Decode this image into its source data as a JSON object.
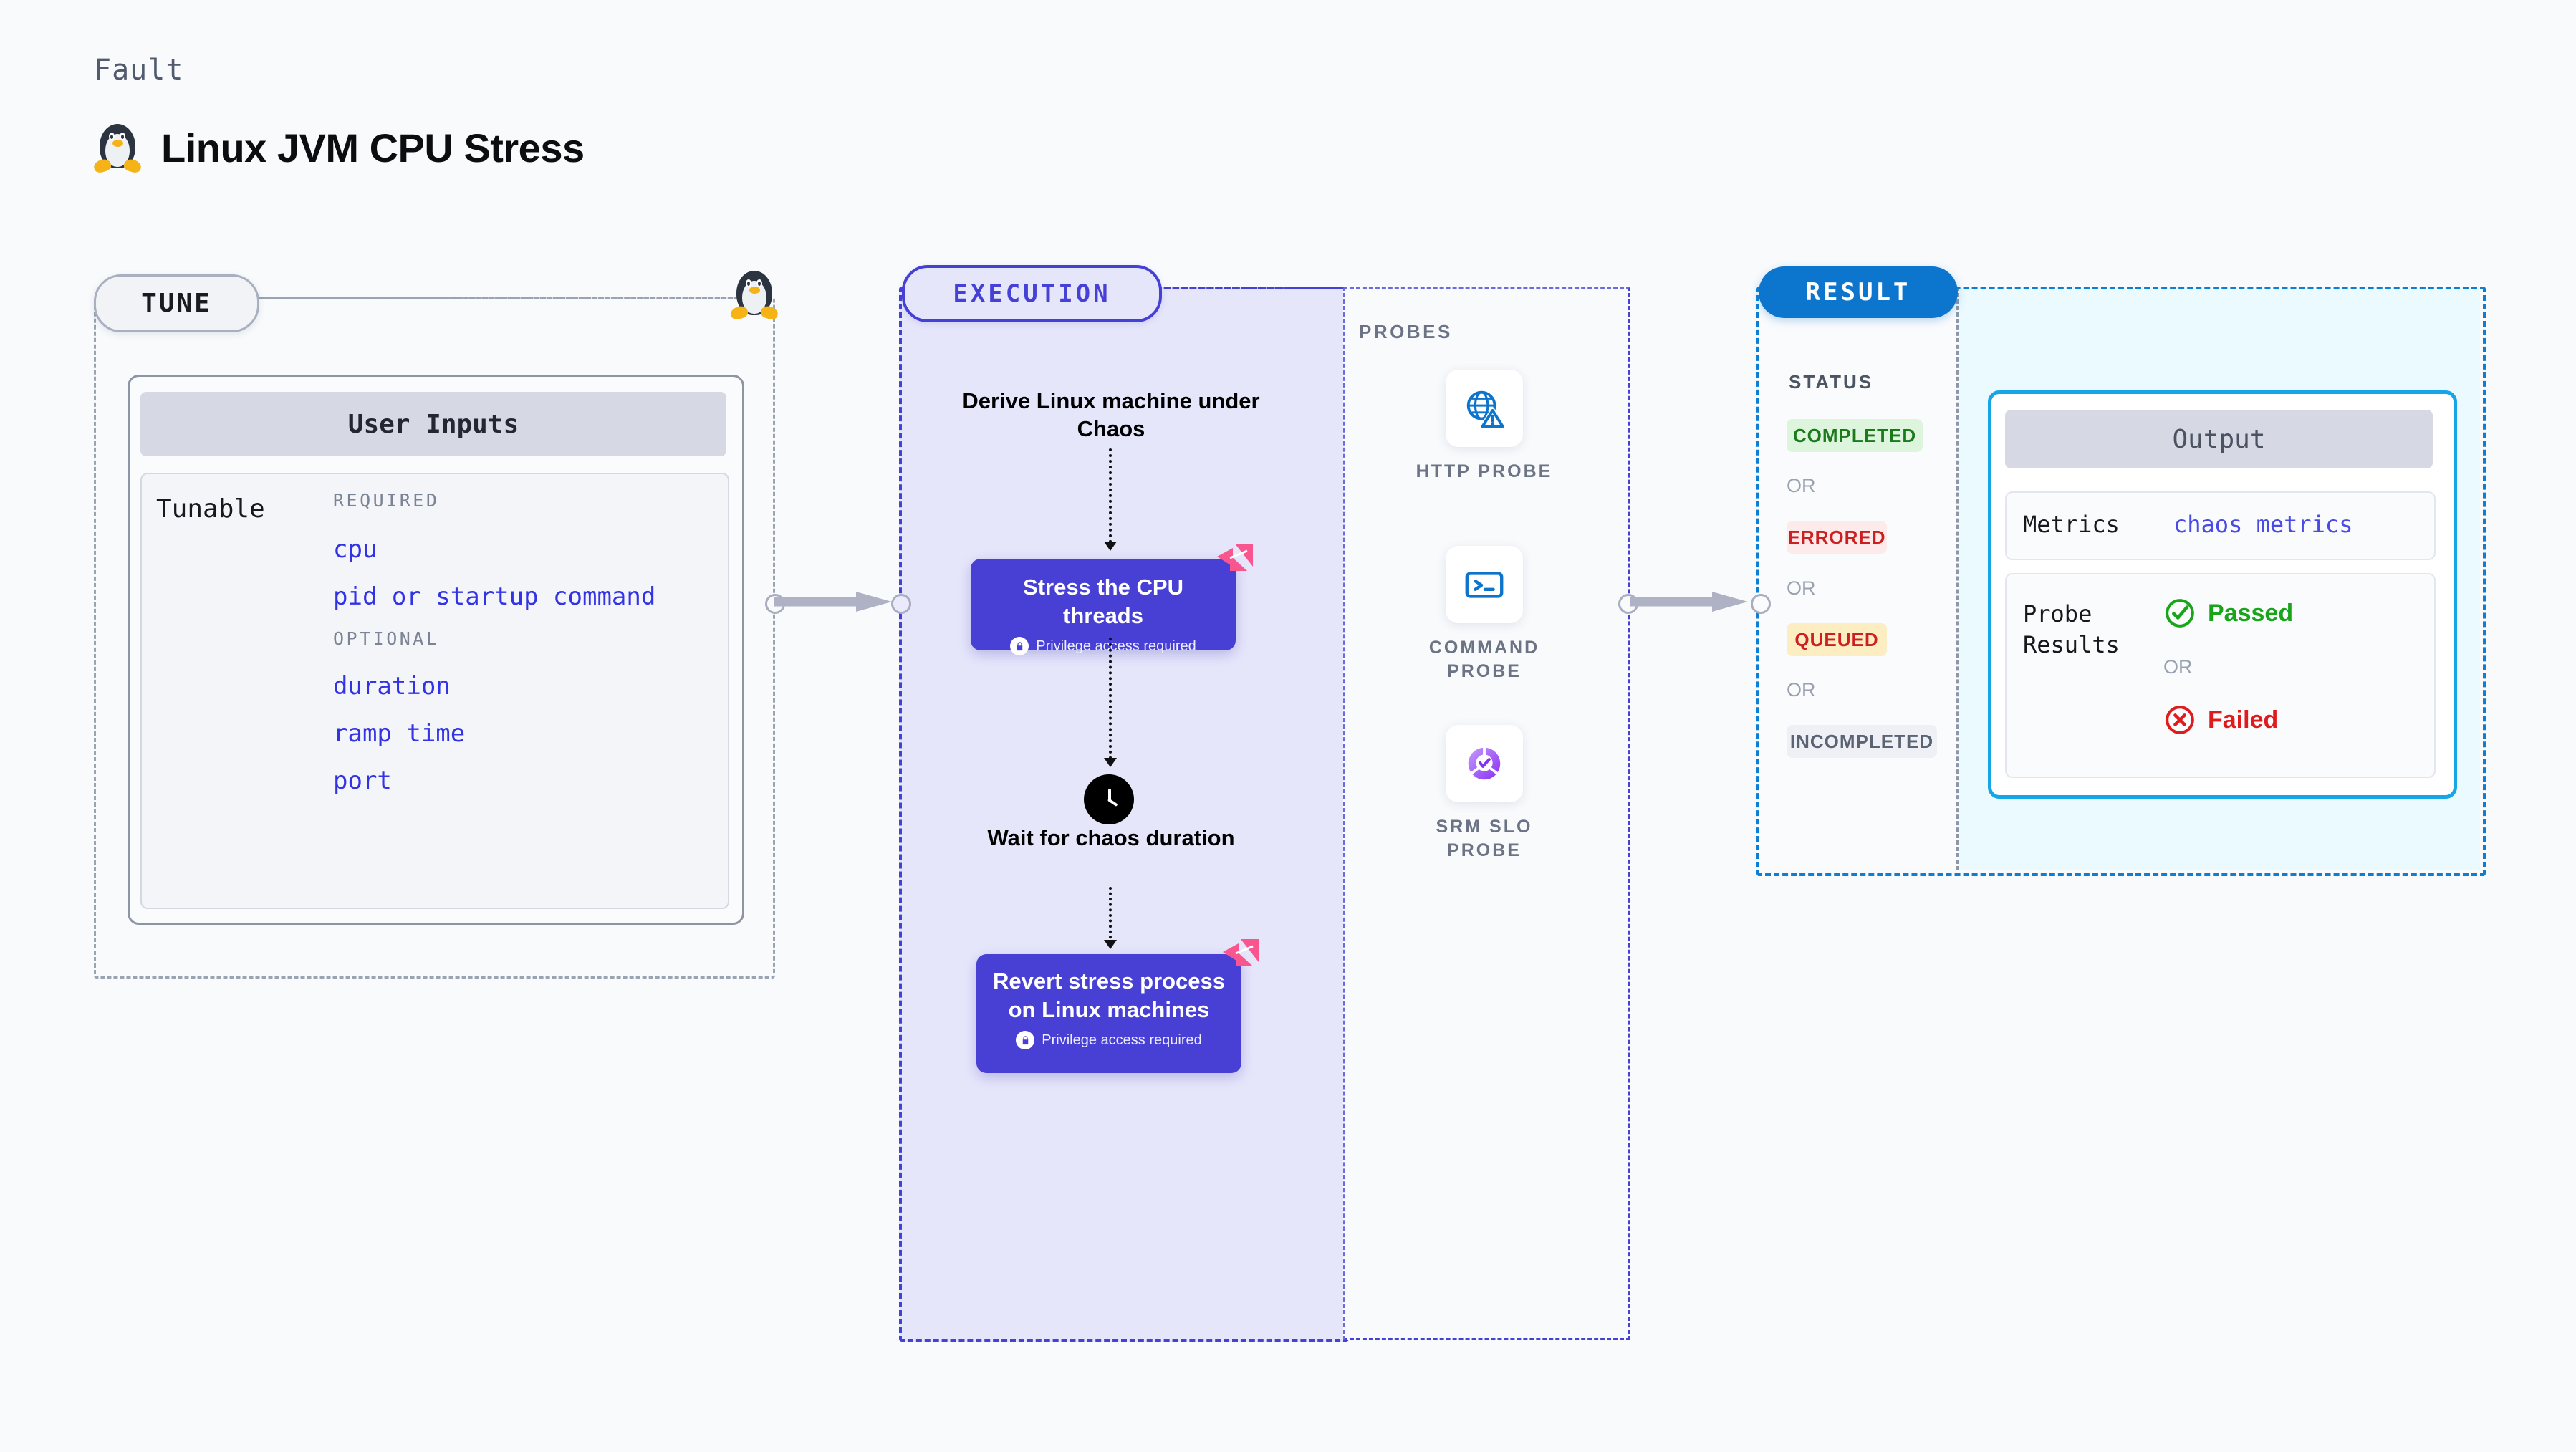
{
  "header": {
    "eyebrow": "Fault",
    "title": "Linux JVM CPU Stress",
    "icon": "linux-penguin-icon"
  },
  "tune": {
    "pill_label": "TUNE",
    "card_title": "User Inputs",
    "tunable_label": "Tunable",
    "groups": [
      {
        "heading": "REQUIRED",
        "items": [
          "cpu",
          "pid or startup command"
        ]
      },
      {
        "heading": "OPTIONAL",
        "items": [
          "duration",
          "ramp time",
          "port"
        ]
      }
    ]
  },
  "execution": {
    "pill_label": "EXECUTION",
    "step1_label": "Derive Linux machine under Chaos",
    "node1": {
      "title": "Stress the CPU threads",
      "privilege": "Privilege access required"
    },
    "wait_label": "Wait for chaos duration",
    "node2": {
      "title": "Revert stress process on Linux machines",
      "privilege": "Privilege access required"
    }
  },
  "probes": {
    "section_label": "PROBES",
    "items": [
      {
        "label": "HTTP PROBE",
        "icon": "globe-warning-icon"
      },
      {
        "label": "COMMAND PROBE",
        "icon": "terminal-icon"
      },
      {
        "label": "SRM SLO PROBE",
        "icon": "slo-donut-check-icon"
      }
    ]
  },
  "result": {
    "pill_label": "RESULT",
    "status_label": "STATUS",
    "or_label": "OR",
    "statuses": [
      {
        "label": "COMPLETED",
        "bg": "#dcf5dc",
        "fg": "#1b7a1b"
      },
      {
        "label": "ERRORED",
        "bg": "#fdeaea",
        "fg": "#cc1f1f"
      },
      {
        "label": "QUEUED",
        "bg": "#fdedc2",
        "fg": "#cc1f1f"
      },
      {
        "label": "INCOMPLETED",
        "bg": "#eef0f5",
        "fg": "#5b6474"
      }
    ],
    "output": {
      "title": "Output",
      "metrics_key": "Metrics",
      "metrics_value": "chaos metrics",
      "probe_results_key": "Probe Results",
      "passed_label": "Passed",
      "or_label": "OR",
      "failed_label": "Failed"
    }
  },
  "colors": {
    "page_bg": "#f8fafc",
    "execution_accent": "#4540d6",
    "execution_bg": "#e6e6fb",
    "result_accent": "#0c7fd4",
    "output_accent": "#16a6e8",
    "tune_accent": "#9aa3b2",
    "node_fill": "#4840d4",
    "chaos_badge": "#f9568f"
  }
}
